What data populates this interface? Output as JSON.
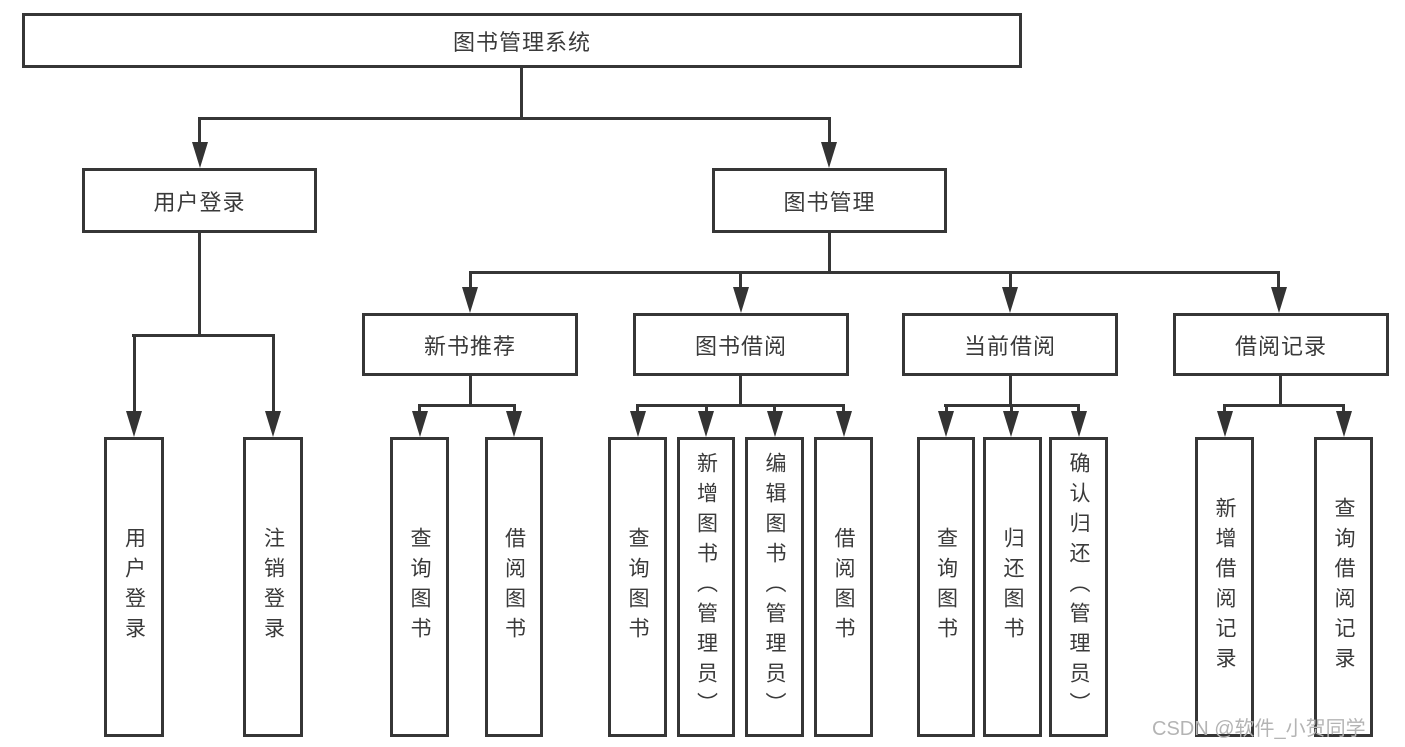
{
  "diagram": {
    "type": "hierarchy-diagram",
    "tree": {
      "label": "图书管理系统",
      "children": [
        {
          "label": "用户登录",
          "children": [
            {
              "label": "用户登录"
            },
            {
              "label": "注销登录"
            }
          ]
        },
        {
          "label": "图书管理",
          "children": [
            {
              "label": "新书推荐",
              "children": [
                {
                  "label": "查询图书"
                },
                {
                  "label": "借阅图书"
                }
              ]
            },
            {
              "label": "图书借阅",
              "children": [
                {
                  "label": "查询图书"
                },
                {
                  "label": "新增图书（管理员）"
                },
                {
                  "label": "编辑图书（管理员）"
                },
                {
                  "label": "借阅图书"
                }
              ]
            },
            {
              "label": "当前借阅",
              "children": [
                {
                  "label": "查询图书"
                },
                {
                  "label": "归还图书"
                },
                {
                  "label": "确认归还（管理员）"
                }
              ]
            },
            {
              "label": "借阅记录",
              "children": [
                {
                  "label": "新增借阅记录"
                },
                {
                  "label": "查询借阅记录"
                }
              ]
            }
          ]
        }
      ]
    },
    "colors": {
      "line": "#363636",
      "text": "#3a3a3a",
      "background": "#ffffff",
      "watermark": "#b4b4b4"
    }
  },
  "watermark": {
    "text": "CSDN @软件_小贺同学"
  }
}
